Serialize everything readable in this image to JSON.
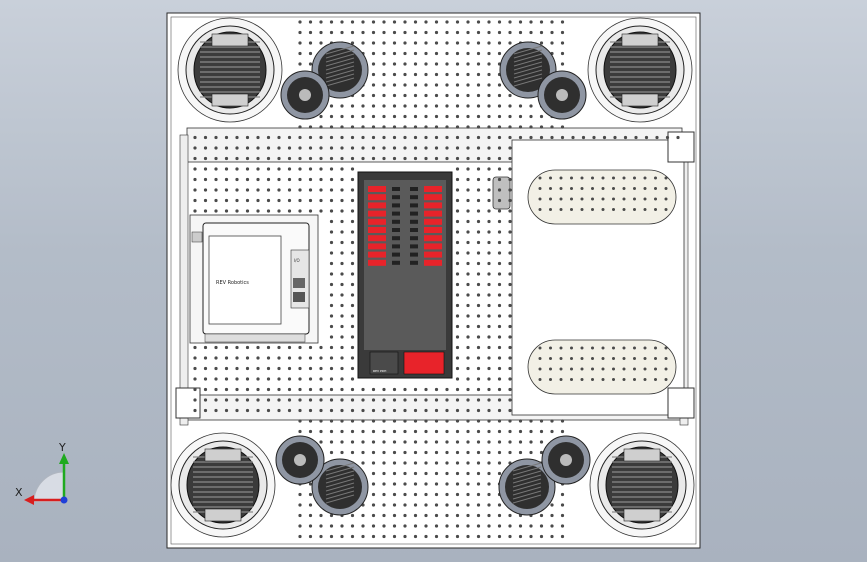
{
  "viewport": {
    "background_top": "#c9d0da",
    "background_bottom": "#a9b2bf"
  },
  "drawing": {
    "plate_color": "#ffffff",
    "line_color": "#2a2a2a",
    "hole_color": "#4a4a4a",
    "breaker_color": "#e8232a",
    "panel_fill": "#dcdcdc"
  },
  "controller": {
    "brand_text": "REV Robotics",
    "ports_label": "I/O"
  },
  "power_distribution": {
    "channel_count": 20,
    "status_label": "REV PDH"
  },
  "swerve_modules": [
    {
      "position": "top-left"
    },
    {
      "position": "top-right"
    },
    {
      "position": "bottom-left"
    },
    {
      "position": "bottom-right"
    }
  ],
  "axis_triad": {
    "x_label": "X",
    "y_label": "Y",
    "x_color": "#d81e1e",
    "y_color": "#1faa1f",
    "z_color": "#1f3fd8"
  }
}
